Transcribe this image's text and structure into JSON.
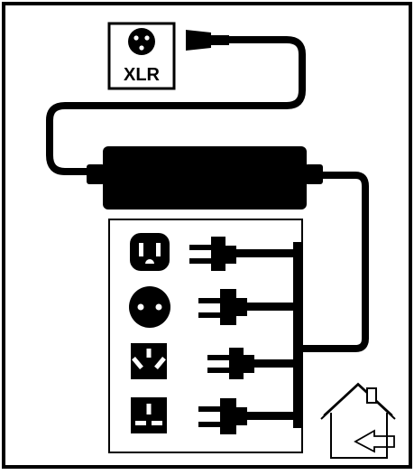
{
  "diagram": {
    "output_label": "XLR",
    "plug_regions": [
      "north-america",
      "europe",
      "australia",
      "united-kingdom"
    ],
    "icons": {
      "output": "xlr-connector-icon",
      "indoor": "house-indoor-use-icon"
    },
    "colors": {
      "ink": "#000000",
      "paper": "#ffffff"
    }
  }
}
